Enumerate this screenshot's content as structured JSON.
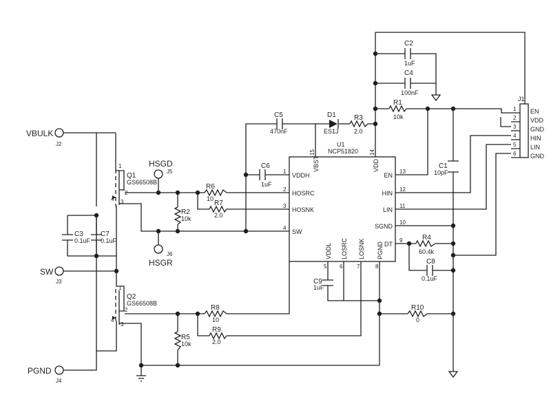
{
  "ic": {
    "ref": "U1",
    "part": "NCP51820",
    "pins": {
      "VDDH": "VDDH",
      "HOSRC": "HOSRC",
      "HOSNK": "HOSNK",
      "SW": "SW",
      "EN": "EN",
      "HIN": "HIN",
      "LIN": "LIN",
      "SGND": "SGND",
      "DT": "DT",
      "VBST": "VBST",
      "VDD": "VDD",
      "VDDL": "VDDL",
      "LOSRC": "LOSRC",
      "LOSNK": "LOSNK",
      "PGND": "PGND"
    },
    "pin_numbers": {
      "VDDH": "1",
      "HOSRC": "2",
      "HOSNK": "3",
      "SW": "4",
      "EN": "13",
      "HIN": "12",
      "LIN": "11",
      "SGND": "10",
      "DT": "9",
      "VBST": "15",
      "VDD": "14",
      "VDDL": "5",
      "LOSRC": "6",
      "LOSNK": "7",
      "PGND": "8"
    }
  },
  "connector_j1": {
    "ref": "J1",
    "pins": [
      {
        "num": "1",
        "label": "EN"
      },
      {
        "num": "2",
        "label": "VDD"
      },
      {
        "num": "3",
        "label": "GND"
      },
      {
        "num": "4",
        "label": "HIN"
      },
      {
        "num": "5",
        "label": "LIN"
      },
      {
        "num": "6",
        "label": "GND"
      }
    ]
  },
  "terminals": {
    "vbulk": {
      "label": "VBULK",
      "ref": "J2"
    },
    "sw": {
      "label": "SW",
      "ref": "J3"
    },
    "pgnd": {
      "label": "PGND",
      "ref": "J4"
    },
    "hsgd": {
      "label": "HSGD",
      "ref": "J5"
    },
    "hsgr": {
      "label": "HSGR",
      "ref": "J6"
    }
  },
  "transistors": {
    "q1": {
      "ref": "Q1",
      "part": "GS66508B",
      "pin1": "1",
      "pin2": "2",
      "pin3": "3",
      "pin4": "4"
    },
    "q2": {
      "ref": "Q2",
      "part": "GS66508B",
      "pin1": "1",
      "pin2": "2",
      "pin3": "3",
      "pin4": "4"
    }
  },
  "diode": {
    "ref": "D1",
    "part": "ES1J"
  },
  "resistors": {
    "r1": {
      "ref": "R1",
      "value": "10k"
    },
    "r2": {
      "ref": "R2",
      "value": "10k"
    },
    "r3": {
      "ref": "R3",
      "value": "2.0"
    },
    "r4": {
      "ref": "R4",
      "value": "60.4k"
    },
    "r5": {
      "ref": "R5",
      "value": "10k"
    },
    "r6": {
      "ref": "R6",
      "value": "10"
    },
    "r7": {
      "ref": "R7",
      "value": "2.0"
    },
    "r8": {
      "ref": "R8",
      "value": "10"
    },
    "r9": {
      "ref": "R9",
      "value": "2.0"
    },
    "r10": {
      "ref": "R10",
      "value": "0"
    }
  },
  "capacitors": {
    "c1": {
      "ref": "C1",
      "value": "10pF"
    },
    "c2": {
      "ref": "C2",
      "value": "1uF"
    },
    "c3": {
      "ref": "C3",
      "value": "0.1uF"
    },
    "c4": {
      "ref": "C4",
      "value": "100nF"
    },
    "c5": {
      "ref": "C5",
      "value": "470nF"
    },
    "c6": {
      "ref": "C6",
      "value": "1uF"
    },
    "c7": {
      "ref": "C7",
      "value": "0.1uF"
    },
    "c8": {
      "ref": "C8",
      "value": "0.1uF"
    },
    "c9": {
      "ref": "C9",
      "value": "1uF"
    }
  }
}
